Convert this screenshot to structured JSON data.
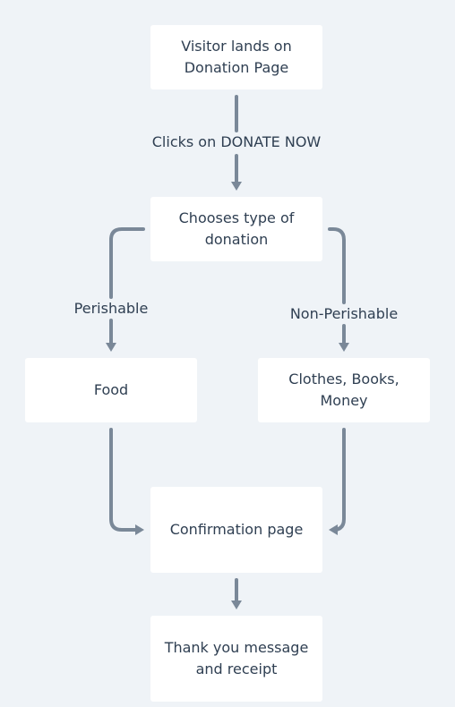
{
  "diagram": {
    "nodes": {
      "visitor": "Visitor lands on\nDonation Page",
      "choose": "Chooses type of\ndonation",
      "food": "Food",
      "clothes": "Clothes, Books,\nMoney",
      "confirm": "Confirmation page",
      "thanks": "Thank you message\nand receipt"
    },
    "edges": {
      "donate": "Clicks on DONATE NOW",
      "perishable": "Perishable",
      "non_perishable": "Non-Perishable"
    },
    "colors": {
      "background": "#eff3f7",
      "node_fill": "#ffffff",
      "connector": "#7a8898",
      "text": "#2f3f52"
    }
  }
}
